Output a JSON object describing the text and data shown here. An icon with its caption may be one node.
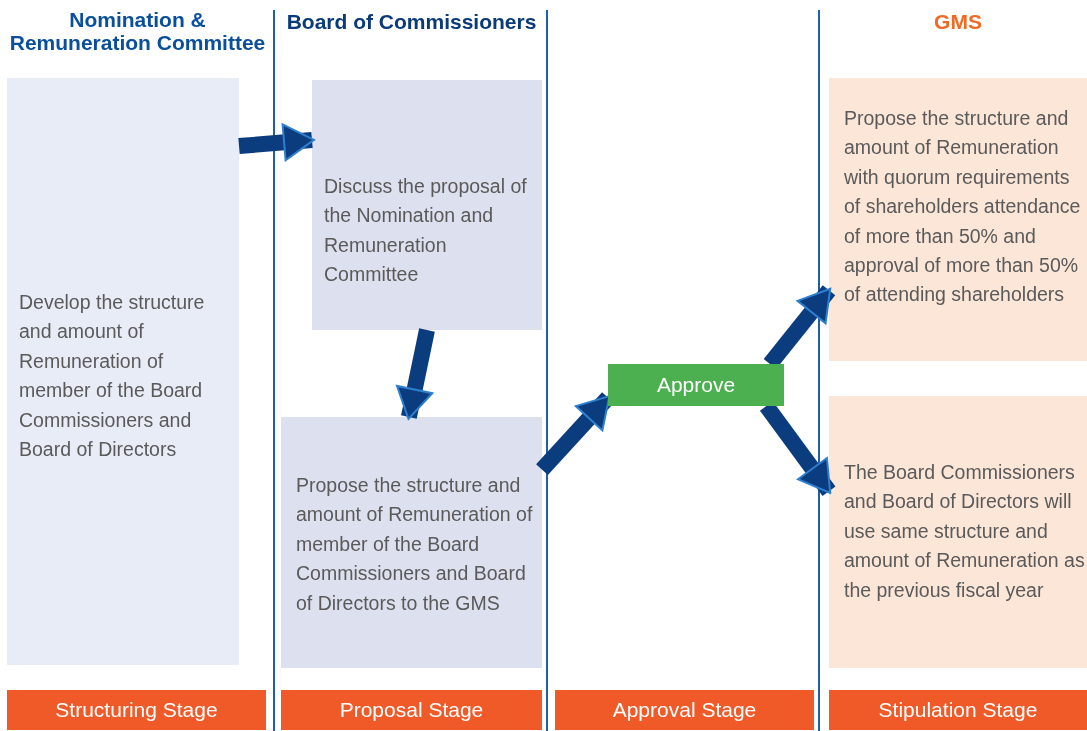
{
  "diagram": {
    "nodes": [
      {
        "text": [
          "Develop the structure and amount of Remuneration of member of the Board Commissioners and Board of Directors"
        ]
      },
      {
        "text": [
          "Discuss the proposal of the Nomination and Remuneration Committee"
        ]
      },
      {
        "text": [
          "Propose the structure and amount of Remuneration of member of the Board Commissioners and Board of Directors to the GMS"
        ]
      },
      {
        "text": [
          "Approve"
        ]
      },
      {
        "text": [
          "Propose the structure and amount of Remuneration with quorum requirements of shareholders attendance of more than 50% and approval of more than 50% of attending shareholders"
        ]
      },
      {
        "text": [
          "The Board Commissioners and Board of Directors will use same structure and amount of Remuneration as the previous fiscal year"
        ]
      },
      {
        "text": [
          "Structuring Stage"
        ]
      },
      {
        "text": [
          "Proposal Stage"
        ]
      },
      {
        "text": [
          "Approval Stage"
        ]
      },
      {
        "text": [
          "Stipulation Stage"
        ]
      }
    ],
    "edges": [
      {
        "from": 0,
        "to": 1,
        "arrow": "to"
      },
      {
        "from": 1,
        "to": 2,
        "arrow": "to"
      },
      {
        "from": 2,
        "to": 3,
        "arrow": "to"
      },
      {
        "from": 3,
        "to": 4,
        "arrow": "to"
      },
      {
        "from": 3,
        "to": 5,
        "arrow": "to"
      }
    ],
    "labels": [
      "Nomination & Remuneration Committee",
      "Board of Commissioners",
      "GMS"
    ]
  }
}
